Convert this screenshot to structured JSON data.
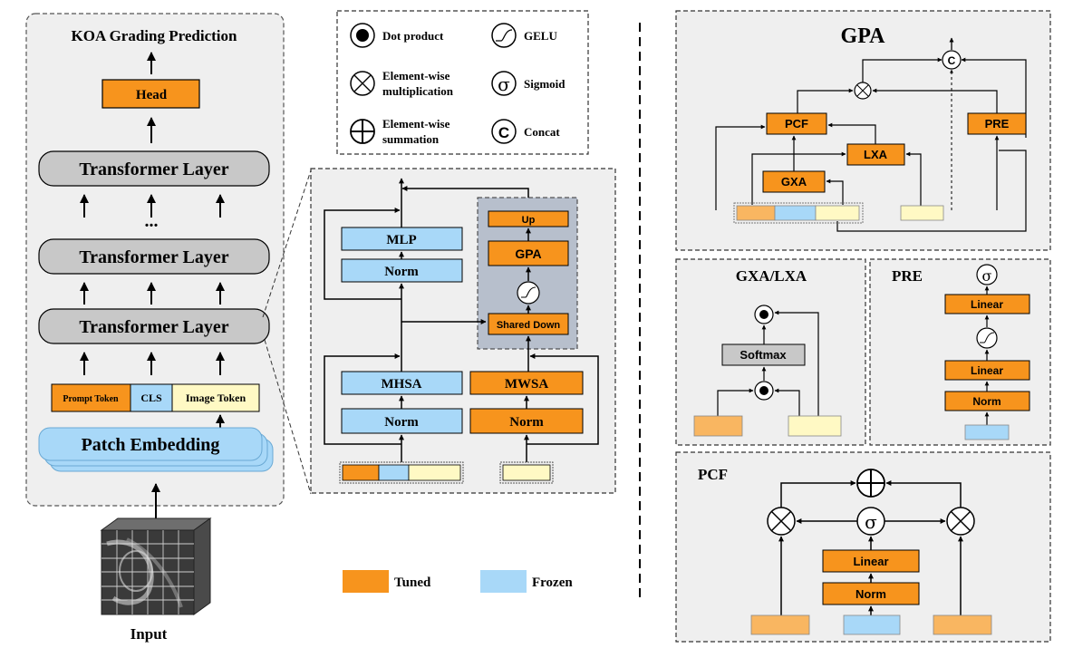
{
  "colors": {
    "tuned": "#f7941d",
    "frozen": "#a8d8f8",
    "image_token": "#fff9c4",
    "light_orange": "#f9b661",
    "panel_bg": "#efefef",
    "gray_box": "#c8c8c8",
    "shared_bg": "#b7bfcc"
  },
  "left_panel": {
    "title": "KOA Grading Prediction",
    "head": "Head",
    "transformer_layers": [
      "Transformer Layer",
      "Transformer Layer",
      "Transformer Layer"
    ],
    "dots": "...",
    "prompt_token": "Prompt Token",
    "cls": "CLS",
    "image_token": "Image Token",
    "patch_embedding": "Patch Embedding",
    "input_label": "Input"
  },
  "legend": {
    "dot_product": "Dot product",
    "gelu": "GELU",
    "element_mult_1": "Element-wise",
    "element_mult_2": "multiplication",
    "sigmoid": "Sigmoid",
    "element_sum_1": "Element-wise",
    "element_sum_2": "summation",
    "concat": "Concat",
    "concat_symbol": "C",
    "sigma_symbol": "σ",
    "tuned": "Tuned",
    "frozen": "Frozen"
  },
  "middle_panel": {
    "mlp": "MLP",
    "norm_top": "Norm",
    "mhsa": "MHSA",
    "norm_bottom": "Norm",
    "mwsa": "MWSA",
    "norm_right": "Norm",
    "up": "Up",
    "gpa": "GPA",
    "shared_down": "Shared Down"
  },
  "gpa_panel": {
    "title": "GPA",
    "pcf": "PCF",
    "lxa": "LXA",
    "gxa": "GXA",
    "pre": "PRE",
    "concat_symbol": "C"
  },
  "gxa_panel": {
    "title": "GXA/LXA",
    "softmax": "Softmax"
  },
  "pre_panel": {
    "title": "PRE",
    "linear_top": "Linear",
    "linear_bottom": "Linear",
    "norm": "Norm",
    "sigma_symbol": "σ"
  },
  "pcf_panel": {
    "title": "PCF",
    "linear": "Linear",
    "norm": "Norm",
    "sigma_symbol": "σ"
  }
}
